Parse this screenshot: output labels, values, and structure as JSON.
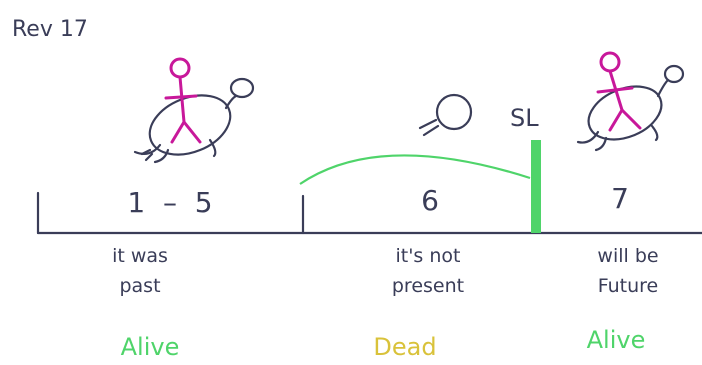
{
  "title": "Rev 17",
  "timeline": {
    "segments": [
      {
        "label": "1  –  5",
        "caption_line1": "it was",
        "caption_line2": "past",
        "status": "Alive"
      },
      {
        "label": "6",
        "caption_line1": "it's not",
        "caption_line2": "present",
        "status": "Dead"
      },
      {
        "label": "7",
        "caption_line1": "will be",
        "caption_line2": "Future",
        "status": "Alive"
      }
    ],
    "marker": "SL"
  },
  "colors": {
    "ink": "#3a3d58",
    "figure": "#c8189a",
    "green": "#4fd46a",
    "yellow": "#d9c23a"
  }
}
